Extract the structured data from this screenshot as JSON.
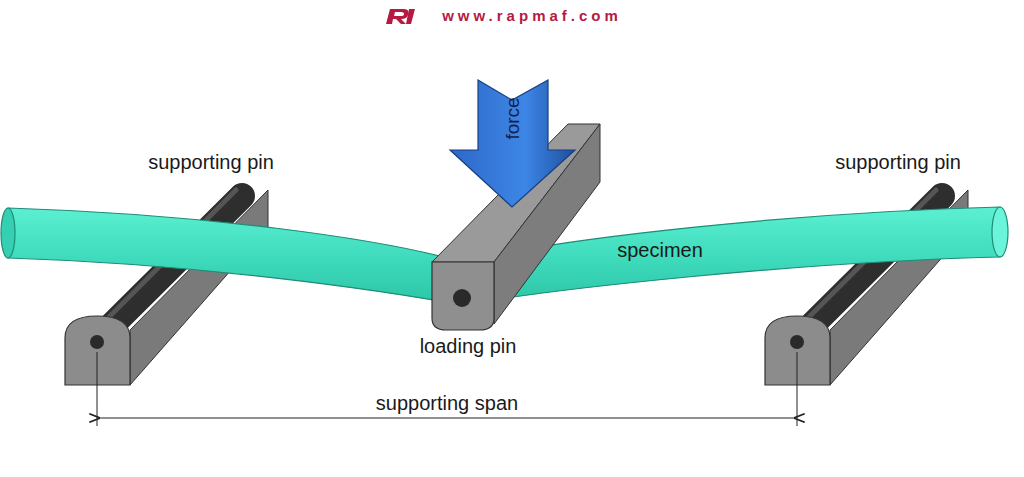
{
  "diagram": {
    "labels": [
      "www.rapmaf.com",
      "force",
      "supporting pin",
      "supporting pin",
      "specimen",
      "loading pin",
      "supporting span"
    ]
  }
}
